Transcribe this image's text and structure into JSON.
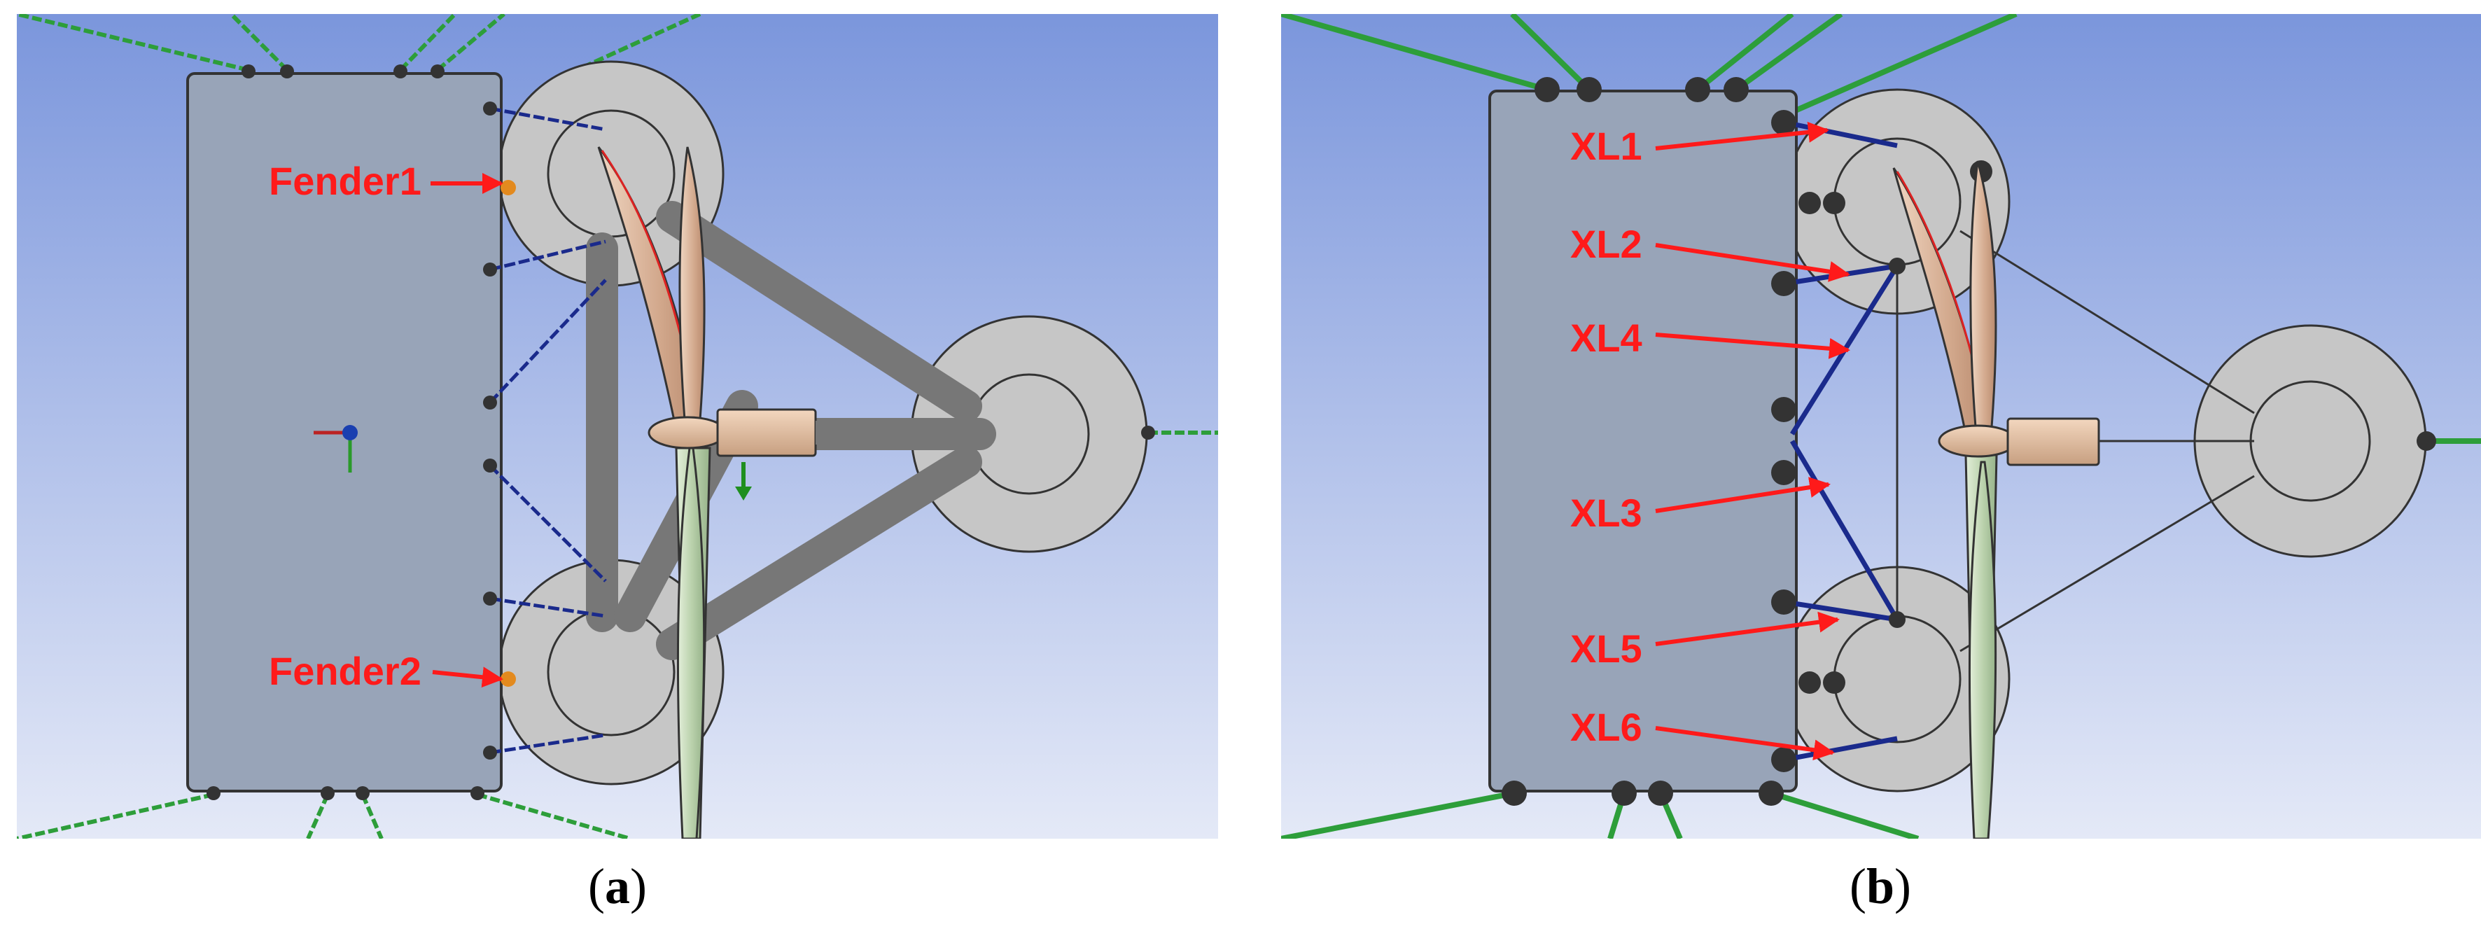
{
  "panel_a": {
    "caption": {
      "open": "(",
      "letter": "a",
      "close": ")"
    },
    "labels": {
      "fender1": "Fender1",
      "fender2": "Fender2"
    }
  },
  "panel_b": {
    "caption": {
      "open": "(",
      "letter": "b",
      "close": ")"
    },
    "labels": {
      "xl1": "XL1",
      "xl2": "XL2",
      "xl4": "XL4",
      "xl3": "XL3",
      "xl5": "XL5",
      "xl6": "XL6"
    }
  },
  "colors": {
    "sky_top": "#7b96dc",
    "sky_bottom": "#e4e9f7",
    "barge": "#98a4b8",
    "buoy": "#c6c6c6",
    "mooring": "#2d9e3a",
    "hawser": "#1a2a8c",
    "fender": "#e38a1e",
    "annotation": "#ff1a1a",
    "blade": "#dcb9a0",
    "tower": "#c9dcbf"
  }
}
